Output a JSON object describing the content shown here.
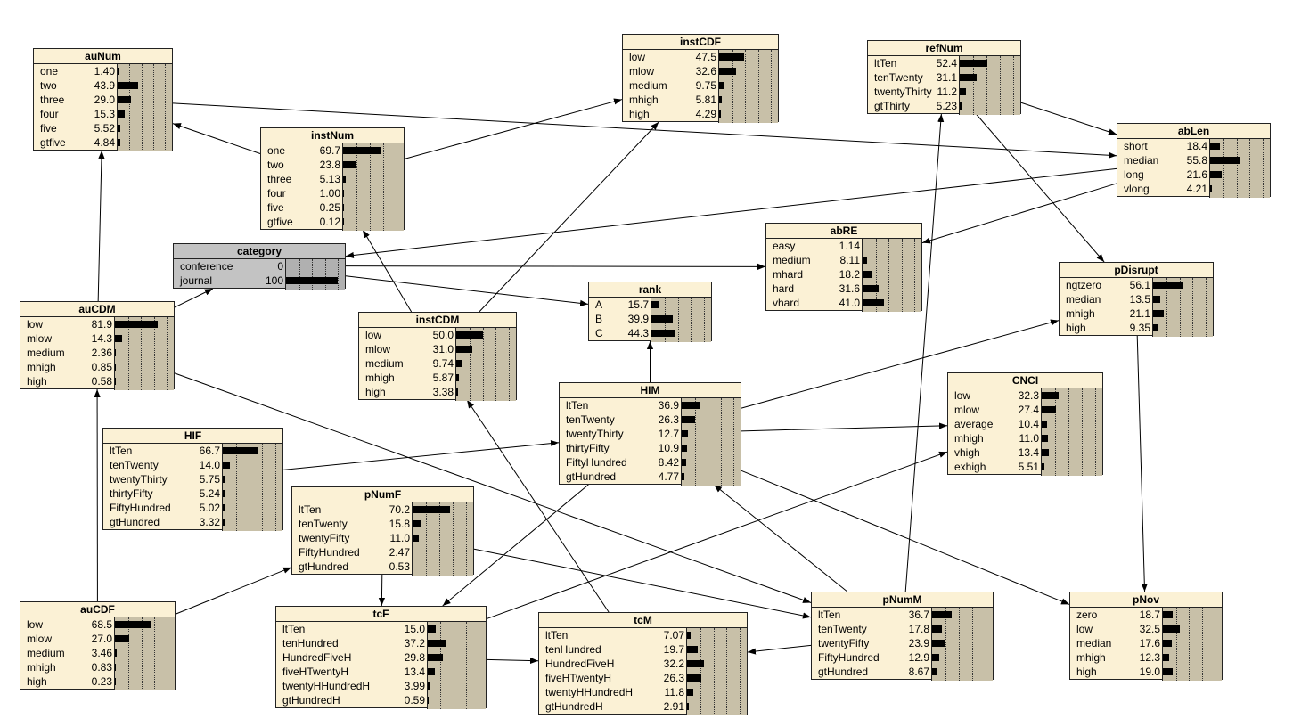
{
  "nodes": [
    {
      "id": "auNum",
      "title": "auNum",
      "shaded": false,
      "states": [
        [
          "one",
          "1.40",
          1.4
        ],
        [
          "two",
          "43.9",
          43.9
        ],
        [
          "three",
          "29.0",
          29.0
        ],
        [
          "four",
          "15.3",
          15.3
        ],
        [
          "five",
          "5.52",
          5.52
        ],
        [
          "gtfive",
          "4.84",
          4.84
        ]
      ]
    },
    {
      "id": "instNum",
      "title": "instNum",
      "shaded": false,
      "states": [
        [
          "one",
          "69.7",
          69.7
        ],
        [
          "two",
          "23.8",
          23.8
        ],
        [
          "three",
          "5.13",
          5.13
        ],
        [
          "four",
          "1.00",
          1.0
        ],
        [
          "five",
          "0.25",
          0.25
        ],
        [
          "gtfive",
          "0.12",
          0.12
        ]
      ]
    },
    {
      "id": "instCDF",
      "title": "instCDF",
      "shaded": false,
      "states": [
        [
          "low",
          "47.5",
          47.5
        ],
        [
          "mlow",
          "32.6",
          32.6
        ],
        [
          "medium",
          "9.75",
          9.75
        ],
        [
          "mhigh",
          "5.81",
          5.81
        ],
        [
          "high",
          "4.29",
          4.29
        ]
      ]
    },
    {
      "id": "refNum",
      "title": "refNum",
      "shaded": false,
      "states": [
        [
          "ltTen",
          "52.4",
          52.4
        ],
        [
          "tenTwenty",
          "31.1",
          31.1
        ],
        [
          "twentyThirty",
          "11.2",
          11.2
        ],
        [
          "gtThirty",
          "5.23",
          5.23
        ]
      ]
    },
    {
      "id": "abLen",
      "title": "abLen",
      "shaded": false,
      "states": [
        [
          "short",
          "18.4",
          18.4
        ],
        [
          "median",
          "55.8",
          55.8
        ],
        [
          "long",
          "21.6",
          21.6
        ],
        [
          "vlong",
          "4.21",
          4.21
        ]
      ]
    },
    {
      "id": "category",
      "title": "category",
      "shaded": true,
      "states": [
        [
          "conference",
          "0",
          0
        ],
        [
          "journal",
          "100",
          100
        ]
      ]
    },
    {
      "id": "abRE",
      "title": "abRE",
      "shaded": false,
      "states": [
        [
          "easy",
          "1.14",
          1.14
        ],
        [
          "medium",
          "8.11",
          8.11
        ],
        [
          "mhard",
          "18.2",
          18.2
        ],
        [
          "hard",
          "31.6",
          31.6
        ],
        [
          "vhard",
          "41.0",
          41.0
        ]
      ]
    },
    {
      "id": "pDisrupt",
      "title": "pDisrupt",
      "shaded": false,
      "states": [
        [
          "ngtzero",
          "56.1",
          56.1
        ],
        [
          "median",
          "13.5",
          13.5
        ],
        [
          "mhigh",
          "21.1",
          21.1
        ],
        [
          "high",
          "9.35",
          9.35
        ]
      ]
    },
    {
      "id": "rank",
      "title": "rank",
      "shaded": false,
      "states": [
        [
          "A",
          "15.7",
          15.7
        ],
        [
          "B",
          "39.9",
          39.9
        ],
        [
          "C",
          "44.3",
          44.3
        ]
      ]
    },
    {
      "id": "auCDM",
      "title": "auCDM",
      "shaded": false,
      "states": [
        [
          "low",
          "81.9",
          81.9
        ],
        [
          "mlow",
          "14.3",
          14.3
        ],
        [
          "medium",
          "2.36",
          2.36
        ],
        [
          "mhigh",
          "0.85",
          0.85
        ],
        [
          "high",
          "0.58",
          0.58
        ]
      ]
    },
    {
      "id": "instCDM",
      "title": "instCDM",
      "shaded": false,
      "states": [
        [
          "low",
          "50.0",
          50.0
        ],
        [
          "mlow",
          "31.0",
          31.0
        ],
        [
          "medium",
          "9.74",
          9.74
        ],
        [
          "mhigh",
          "5.87",
          5.87
        ],
        [
          "high",
          "3.38",
          3.38
        ]
      ]
    },
    {
      "id": "HIM",
      "title": "HIM",
      "shaded": false,
      "states": [
        [
          "ltTen",
          "36.9",
          36.9
        ],
        [
          "tenTwenty",
          "26.3",
          26.3
        ],
        [
          "twentyThirty",
          "12.7",
          12.7
        ],
        [
          "thirtyFifty",
          "10.9",
          10.9
        ],
        [
          "FiftyHundred",
          "8.42",
          8.42
        ],
        [
          "gtHundred",
          "4.77",
          4.77
        ]
      ]
    },
    {
      "id": "CNCI",
      "title": "CNCI",
      "shaded": false,
      "states": [
        [
          "low",
          "32.3",
          32.3
        ],
        [
          "mlow",
          "27.4",
          27.4
        ],
        [
          "average",
          "10.4",
          10.4
        ],
        [
          "mhigh",
          "11.0",
          11.0
        ],
        [
          "vhigh",
          "13.4",
          13.4
        ],
        [
          "exhigh",
          "5.51",
          5.51
        ]
      ]
    },
    {
      "id": "HIF",
      "title": "HIF",
      "shaded": false,
      "states": [
        [
          "ltTen",
          "66.7",
          66.7
        ],
        [
          "tenTwenty",
          "14.0",
          14.0
        ],
        [
          "twentyThirty",
          "5.75",
          5.75
        ],
        [
          "thirtyFifty",
          "5.24",
          5.24
        ],
        [
          "FiftyHundred",
          "5.02",
          5.02
        ],
        [
          "gtHundred",
          "3.32",
          3.32
        ]
      ]
    },
    {
      "id": "pNumF",
      "title": "pNumF",
      "shaded": false,
      "states": [
        [
          "ltTen",
          "70.2",
          70.2
        ],
        [
          "tenTwenty",
          "15.8",
          15.8
        ],
        [
          "twentyFifty",
          "11.0",
          11.0
        ],
        [
          "FiftyHundred",
          "2.47",
          2.47
        ],
        [
          "gtHundred",
          "0.53",
          0.53
        ]
      ]
    },
    {
      "id": "auCDF",
      "title": "auCDF",
      "shaded": false,
      "states": [
        [
          "low",
          "68.5",
          68.5
        ],
        [
          "mlow",
          "27.0",
          27.0
        ],
        [
          "medium",
          "3.46",
          3.46
        ],
        [
          "mhigh",
          "0.83",
          0.83
        ],
        [
          "high",
          "0.23",
          0.23
        ]
      ]
    },
    {
      "id": "tcF",
      "title": "tcF",
      "shaded": false,
      "states": [
        [
          "ltTen",
          "15.0",
          15.0
        ],
        [
          "tenHundred",
          "37.2",
          37.2
        ],
        [
          "HundredFiveH",
          "29.8",
          29.8
        ],
        [
          "fiveHTwentyH",
          "13.4",
          13.4
        ],
        [
          "twentyHHundredH",
          "3.99",
          3.99
        ],
        [
          "gtHundredH",
          "0.59",
          0.59
        ]
      ]
    },
    {
      "id": "tcM",
      "title": "tcM",
      "shaded": false,
      "states": [
        [
          "ltTen",
          "7.07",
          7.07
        ],
        [
          "tenHundred",
          "19.7",
          19.7
        ],
        [
          "HundredFiveH",
          "32.2",
          32.2
        ],
        [
          "fiveHTwentyH",
          "26.3",
          26.3
        ],
        [
          "twentyHHundredH",
          "11.8",
          11.8
        ],
        [
          "gtHundredH",
          "2.91",
          2.91
        ]
      ]
    },
    {
      "id": "pNumM",
      "title": "pNumM",
      "shaded": false,
      "states": [
        [
          "ltTen",
          "36.7",
          36.7
        ],
        [
          "tenTwenty",
          "17.8",
          17.8
        ],
        [
          "twentyFifty",
          "23.9",
          23.9
        ],
        [
          "FiftyHundred",
          "12.9",
          12.9
        ],
        [
          "gtHundred",
          "8.67",
          8.67
        ]
      ]
    },
    {
      "id": "pNov",
      "title": "pNov",
      "shaded": false,
      "states": [
        [
          "zero",
          "18.7",
          18.7
        ],
        [
          "low",
          "32.5",
          32.5
        ],
        [
          "median",
          "17.6",
          17.6
        ],
        [
          "mhigh",
          "12.3",
          12.3
        ],
        [
          "high",
          "19.0",
          19.0
        ]
      ]
    }
  ],
  "edges": [
    [
      "instNum",
      "auNum"
    ],
    [
      "auNum",
      "abLen"
    ],
    [
      "instNum",
      "instCDF"
    ],
    [
      "refNum",
      "abLen"
    ],
    [
      "abLen",
      "abRE"
    ],
    [
      "abLen",
      "category"
    ],
    [
      "category",
      "abRE"
    ],
    [
      "category",
      "rank"
    ],
    [
      "auCDM",
      "auNum"
    ],
    [
      "auCDM",
      "category"
    ],
    [
      "instCDM",
      "instNum"
    ],
    [
      "instCDM",
      "instCDF"
    ],
    [
      "HIM",
      "rank"
    ],
    [
      "HIM",
      "pDisrupt"
    ],
    [
      "HIM",
      "CNCI"
    ],
    [
      "HIM",
      "tcF"
    ],
    [
      "HIM",
      "pNov"
    ],
    [
      "refNum",
      "pDisrupt"
    ],
    [
      "pDisrupt",
      "pNov"
    ],
    [
      "auCDF",
      "auCDM"
    ],
    [
      "auCDF",
      "pNumF"
    ],
    [
      "HIF",
      "HIM"
    ],
    [
      "pNumF",
      "tcF"
    ],
    [
      "pNumF",
      "pNumM"
    ],
    [
      "tcF",
      "CNCI"
    ],
    [
      "tcF",
      "tcM"
    ],
    [
      "tcM",
      "instCDM"
    ],
    [
      "pNumM",
      "tcM"
    ],
    [
      "pNumM",
      "HIM"
    ],
    [
      "pNumM",
      "refNum"
    ],
    [
      "auCDM",
      "pNumM"
    ]
  ]
}
